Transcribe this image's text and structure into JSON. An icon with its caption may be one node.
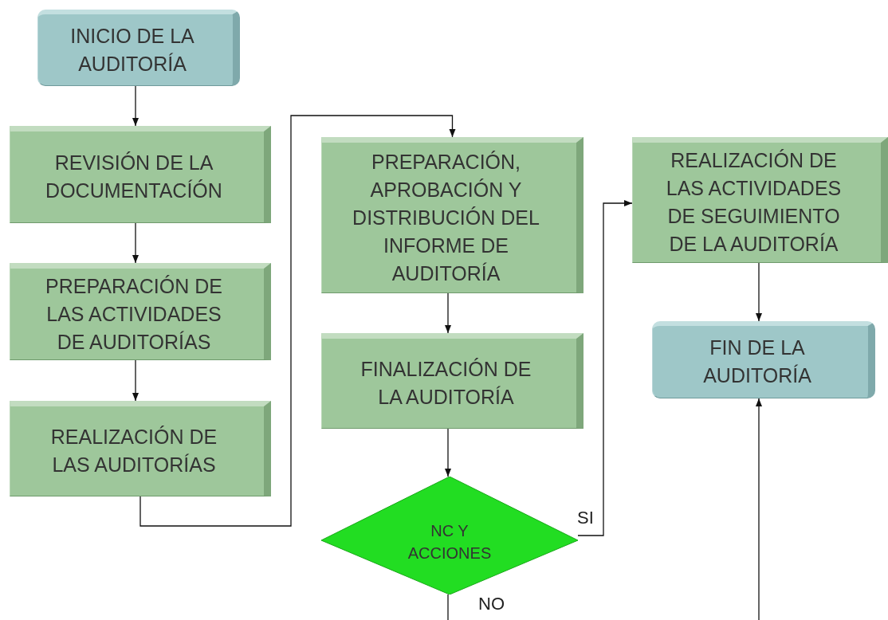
{
  "diagram": {
    "nodes": [
      {
        "text": [
          "INICIO DE LA AUDITORÍA"
        ]
      },
      {
        "text": [
          "REVISIÓN DE LA DOCUMENTACÍÓN"
        ]
      },
      {
        "text": [
          "PREPARACIÓN DE LAS ACTIVIDADES DE AUDITORÍAS"
        ]
      },
      {
        "text": [
          "REALIZACIÓN DE LAS AUDITORÍAS"
        ]
      },
      {
        "text": [
          "PREPARACIÓN, APROBACIÓN Y DISTRIBUCIÓN DEL INFORME DE AUDITORÍA"
        ]
      },
      {
        "text": [
          "FINALIZACIÓN DE LA AUDITORÍA"
        ]
      },
      {
        "text": [
          "NC Y ACCIONES"
        ]
      },
      {
        "text": [
          "REALIZACIÓN DE LAS ACTIVIDADES DE SEGUIMIENTO DE LA AUDITORÍA"
        ]
      },
      {
        "text": [
          "FIN DE LA AUDITORÍA"
        ]
      }
    ],
    "edges": [
      {
        "from": 0,
        "to": 1,
        "arrow": "to"
      },
      {
        "from": 1,
        "to": 2,
        "arrow": "to"
      },
      {
        "from": 2,
        "to": 3,
        "arrow": "to"
      },
      {
        "from": 3,
        "to": 4,
        "arrow": "to"
      },
      {
        "from": 4,
        "to": 5,
        "arrow": "to"
      },
      {
        "from": 5,
        "to": 6,
        "arrow": "to"
      },
      {
        "from": 6,
        "to": 7,
        "arrow": "to",
        "label": "SI"
      },
      {
        "from": 6,
        "to": null,
        "arrow": "none",
        "label": "NO"
      },
      {
        "from": 7,
        "to": 8,
        "arrow": "to"
      },
      {
        "from": null,
        "to": 8,
        "arrow": "to"
      }
    ]
  }
}
